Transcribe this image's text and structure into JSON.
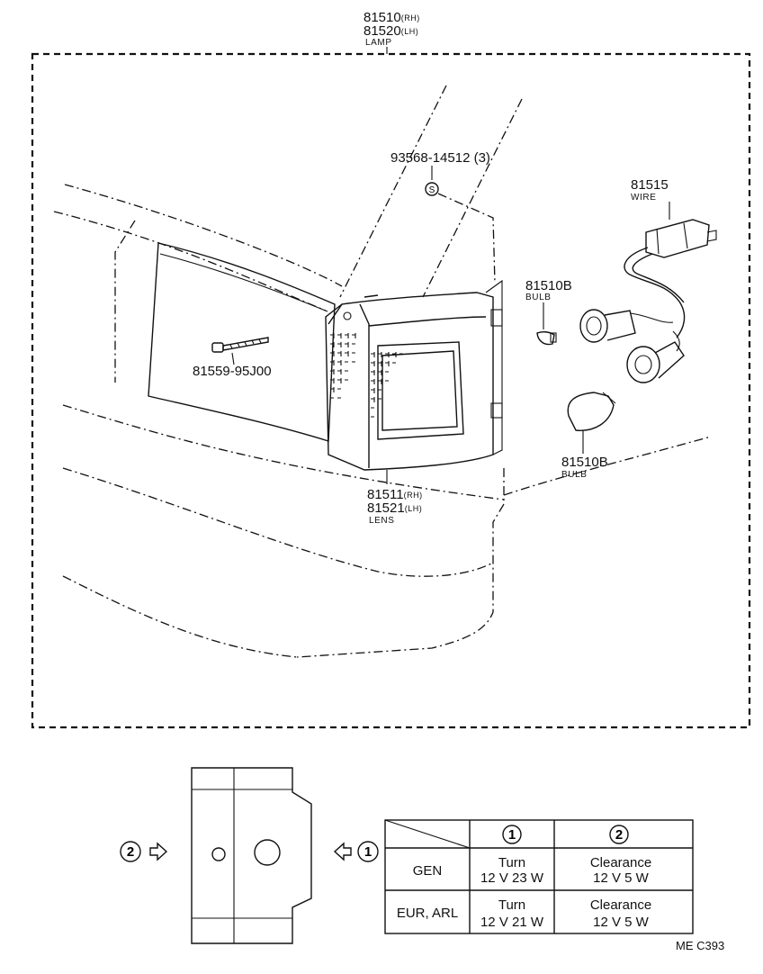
{
  "lamp": {
    "rh": "81510",
    "rh_sub": "(RH)",
    "lh": "81520",
    "lh_sub": "(LH)",
    "name": "LAMP"
  },
  "screw_bolt": {
    "part": "93568-14512 (3)",
    "symbol": "S"
  },
  "wire": {
    "part": "81515",
    "name": "WIRE"
  },
  "bulb_small": {
    "part": "81510B",
    "name": "BULB"
  },
  "bulb_large": {
    "part": "81510B",
    "name": "BULB"
  },
  "screw": {
    "part": "81559-95J00"
  },
  "lens": {
    "rh": "81511",
    "rh_sub": "(RH)",
    "lh": "81521",
    "lh_sub": "(LH)",
    "name": "LENS"
  },
  "view": {
    "left_marker": "2",
    "right_marker": "1"
  },
  "table": {
    "headers": [
      "1",
      "2"
    ],
    "rows": [
      {
        "market": "GEN",
        "c1_a": "Turn",
        "c1_b": "12 V 23 W",
        "c2_a": "Clearance",
        "c2_b": "12 V 5 W"
      },
      {
        "market": "EUR, ARL",
        "c1_a": "Turn",
        "c1_b": "12 V 21 W",
        "c2_a": "Clearance",
        "c2_b": "12 V 5 W"
      }
    ]
  },
  "code": "ME  C393"
}
